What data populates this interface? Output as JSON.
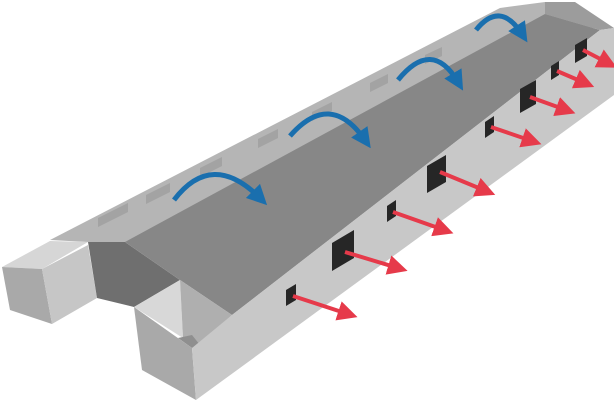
{
  "diagram": {
    "subject": "building-ventilation",
    "colors": {
      "roof": "#878787",
      "wall_light": "#c8c8c8",
      "wall_mid": "#a9a9a9",
      "wall_top": "#b5b5b5",
      "recess": "#6f6f6f",
      "window": "#262626",
      "airflow_exhaust": "#e63a4a",
      "airflow_internal": "#1a6fae"
    },
    "window_count": 8,
    "exhaust_arrow_count": 8,
    "circulation_arrow_count": 4
  }
}
